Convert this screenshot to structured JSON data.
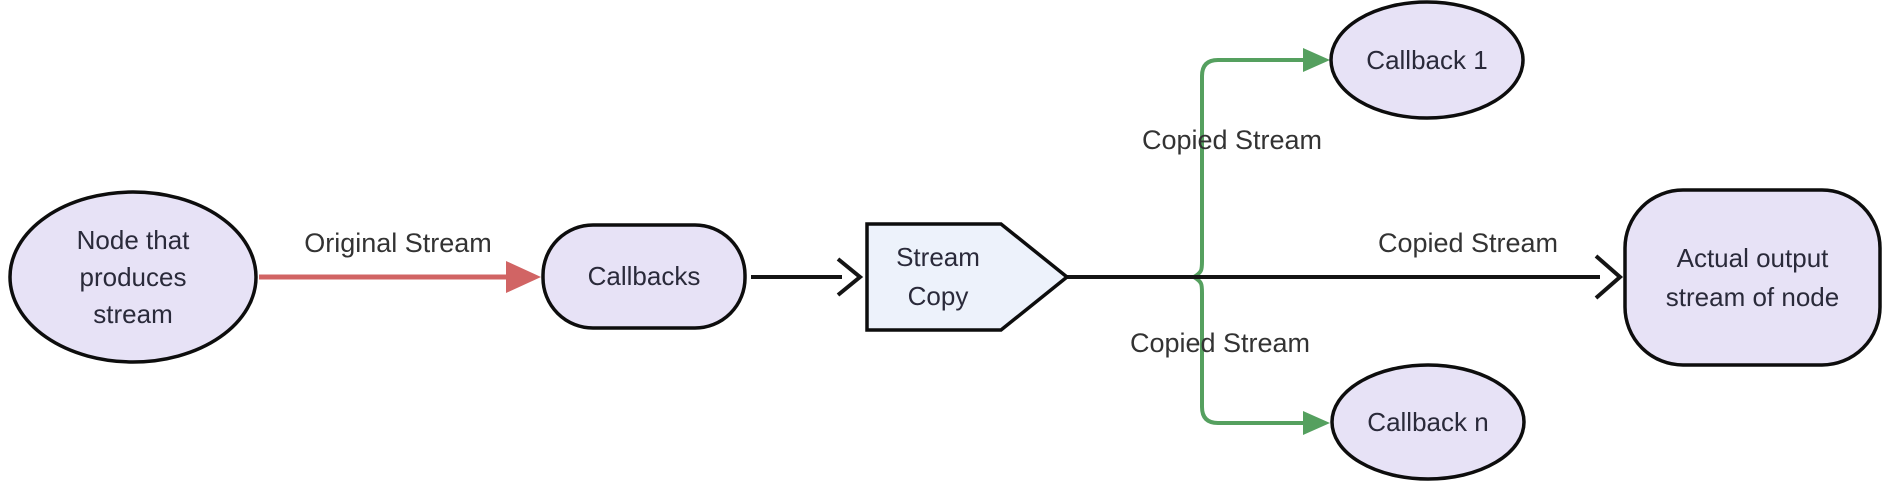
{
  "diagram": {
    "title": "stream-copy-flowchart",
    "nodes": [
      {
        "id": "producer",
        "shape": "ellipse",
        "label": "Node that\nproduces\nstream"
      },
      {
        "id": "callbacks",
        "shape": "stadium",
        "label": "Callbacks"
      },
      {
        "id": "stream_copy",
        "shape": "arrow-rect",
        "label": "Stream\nCopy"
      },
      {
        "id": "callback_1",
        "shape": "ellipse",
        "label": "Callback 1"
      },
      {
        "id": "callback_n",
        "shape": "ellipse",
        "label": "Callback n"
      },
      {
        "id": "output",
        "shape": "rounded-rect",
        "label": "Actual output\nstream of node"
      }
    ],
    "edges": [
      {
        "from": "producer",
        "to": "callbacks",
        "label": "Original Stream",
        "color": "red"
      },
      {
        "from": "callbacks",
        "to": "stream_copy",
        "label": "",
        "color": "black"
      },
      {
        "from": "stream_copy",
        "to": "callback_1",
        "label": "Copied Stream",
        "color": "green"
      },
      {
        "from": "stream_copy",
        "to": "output",
        "label": "Copied Stream",
        "color": "black"
      },
      {
        "from": "stream_copy",
        "to": "callback_n",
        "label": "Copied Stream",
        "color": "green"
      }
    ]
  },
  "colors": {
    "background": "#ffffff",
    "node_fill": "#e7e2f6",
    "stream_copy_fill": "#edf2fb",
    "node_stroke": "#0d0d0d",
    "node_text": "#2a2a3a",
    "label_text": "#333333",
    "edge_black": "#141414",
    "edge_red": "#d16464",
    "edge_green": "#55a05f"
  }
}
